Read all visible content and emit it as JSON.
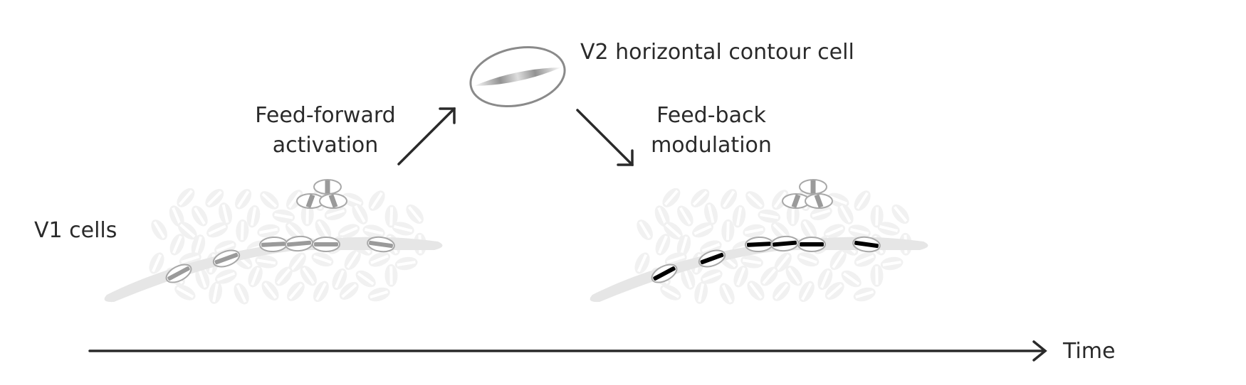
{
  "labels": {
    "v2_cell": "V2 horizontal contour cell",
    "feedforward_line1": "Feed-forward",
    "feedforward_line2": "activation",
    "feedback_line1": "Feed-back",
    "feedback_line2": "modulation",
    "v1_cells": "V1 cells",
    "time": "Time"
  },
  "colors": {
    "text": "#2a2a2a",
    "arrow": "#2a2a2a",
    "contour_path": "#e6e6e6",
    "background_cell": "#f1f1f1",
    "cell_outline": "#a8a8a8",
    "passive_bar": "#9a9a9a",
    "active_bar": "#000000",
    "v2_outline": "#8a8a8a"
  },
  "panels": [
    {
      "state": "feed-forward",
      "contour_bars": "gray"
    },
    {
      "state": "feed-back",
      "contour_bars": "black"
    }
  ]
}
